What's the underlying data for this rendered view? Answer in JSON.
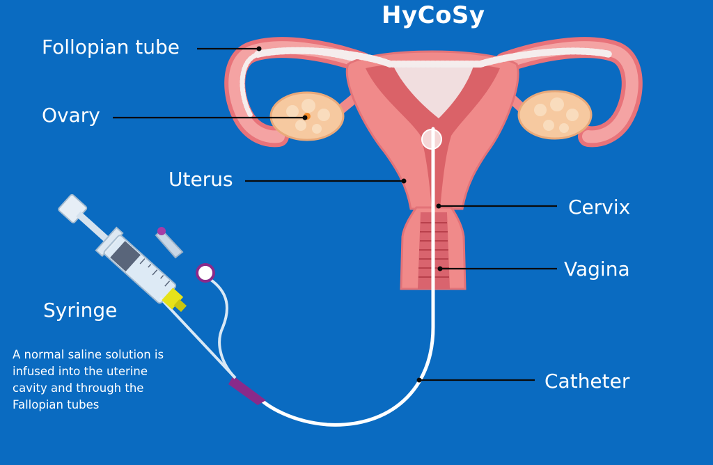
{
  "diagram": {
    "title": "HyCoSy",
    "labels": {
      "fallopian_tube": "Follopian tube",
      "ovary": "Ovary",
      "uterus": "Uterus",
      "cervix": "Cervix",
      "vagina": "Vagina",
      "syringe": "Syringe",
      "catheter": "Catheter"
    },
    "description_lines": [
      "A normal saline solution is",
      "infused into the uterine",
      "cavity and through the",
      "Fallopian tubes"
    ]
  },
  "colors": {
    "background": "#0a6bc1",
    "tissue": "#f08a8a",
    "tissue_dark": "#d9646e",
    "ovary": "#f6c9a0",
    "saline": "#f3ecec",
    "leader_line": "#0a0a0a",
    "catheter_tip": "#8a2a8a",
    "syringe_lock": "#e6e21a"
  }
}
